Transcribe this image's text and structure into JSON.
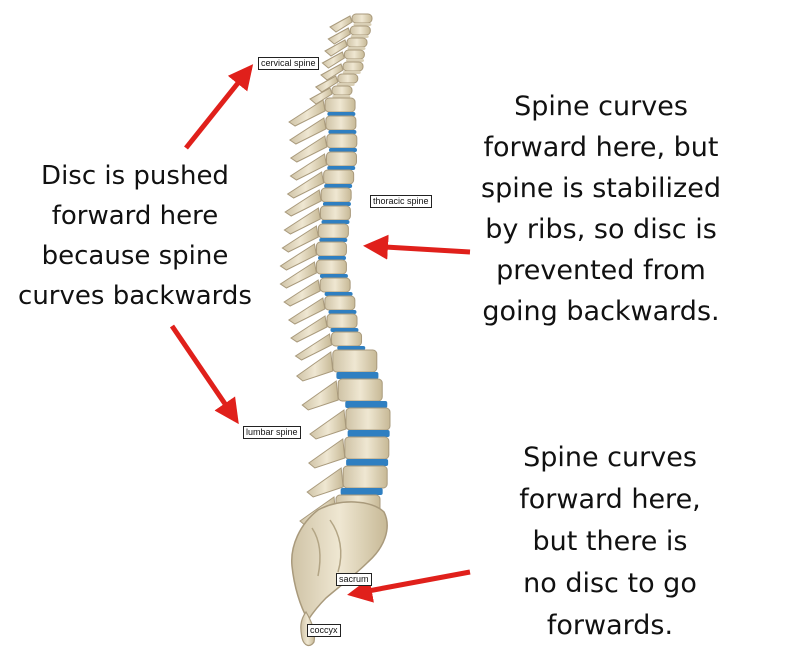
{
  "annotations": {
    "left": {
      "lines": [
        "Disc is pushed",
        "forward here",
        "because spine",
        "curves backwards"
      ]
    },
    "right_top": {
      "lines": [
        "Spine curves",
        "forward here, but",
        "spine is stabilized",
        "by ribs, so disc is",
        "prevented from",
        "going backwards."
      ]
    },
    "right_bottom": {
      "lines": [
        "Spine curves",
        "forward here,",
        "but there is",
        "no disc to go",
        "forwards."
      ]
    }
  },
  "labels": {
    "cervical": "cervical spine",
    "thoracic": "thoracic spine",
    "lumbar": "lumbar spine",
    "sacrum": "sacrum",
    "coccyx": "coccyx"
  },
  "colors": {
    "bone": "#e6dcc3",
    "bone_shade": "#bfb298",
    "disc": "#2f7fc1",
    "arrow": "#e0201b"
  }
}
